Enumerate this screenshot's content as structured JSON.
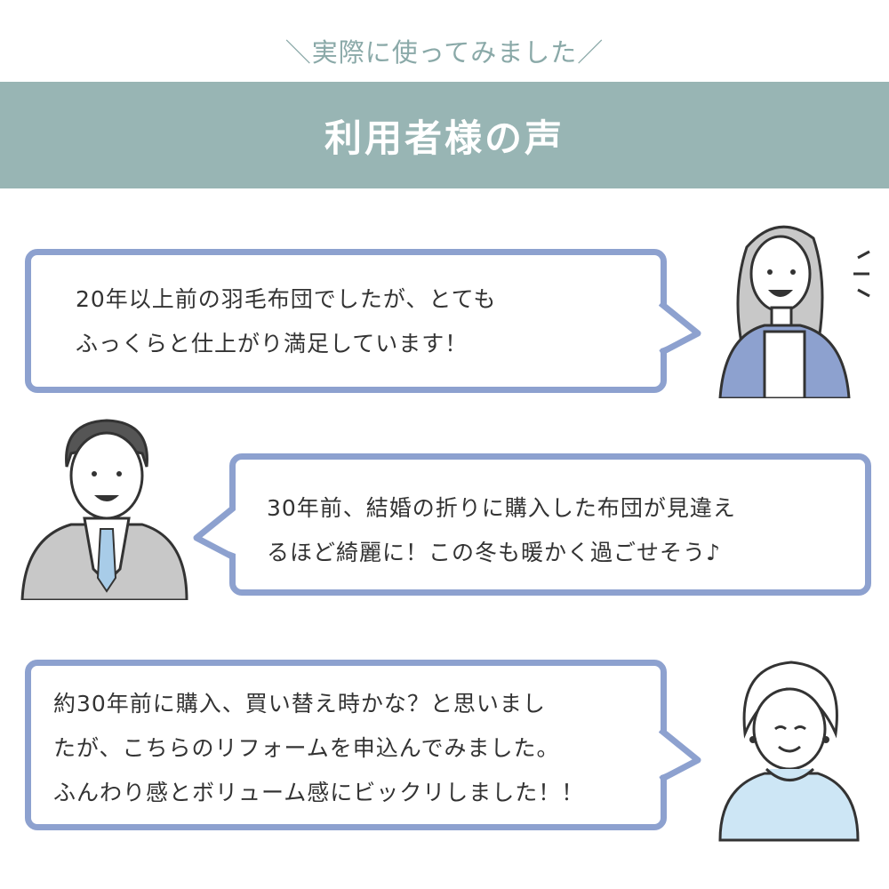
{
  "header": {
    "subtitle": "＼実際に使ってみました／",
    "title": "利用者様の声"
  },
  "testimonials": [
    {
      "lines": [
        "20年以上前の羽毛布団でしたが、とても",
        "ふっくらと仕上がり満足しています！"
      ]
    },
    {
      "lines": [
        "30年前、結婚の折りに購入した布団が見違え",
        "るほど綺麗に！この冬も暖かく過ごせそう♪"
      ]
    },
    {
      "lines": [
        "約30年前に購入、買い替え時かな？と思いまし",
        "たが、こちらのリフォームを申込んでみました。",
        "ふんわり感とボリューム感にビックリしました！！"
      ]
    }
  ],
  "colors": {
    "banner": "#98b5b4",
    "bubble_border": "#8da1cf",
    "text": "#333333"
  }
}
